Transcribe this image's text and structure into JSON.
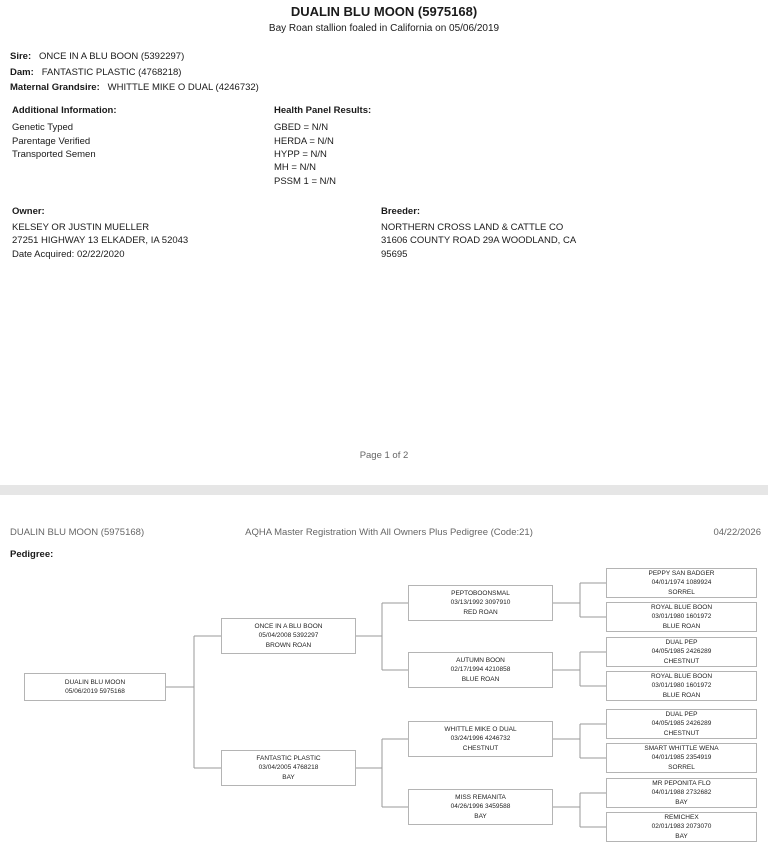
{
  "page1": {
    "horse_title": "DUALIN BLU MOON (5975168)",
    "subtitle": "Bay Roan stallion foaled in California on 05/06/2019",
    "sire_label": "Sire:",
    "sire_value": "ONCE IN A BLU BOON (5392297)",
    "dam_label": "Dam:",
    "dam_value": "FANTASTIC PLASTIC (4768218)",
    "grandsire_label": "Maternal Grandsire:",
    "grandsire_value": "WHITTLE MIKE O DUAL (4246732)",
    "additional": {
      "title": "Additional Information:",
      "items": [
        "Genetic Typed",
        "Parentage Verified",
        "Transported Semen"
      ]
    },
    "health": {
      "title": "Health Panel Results:",
      "items": [
        "GBED = N/N",
        "HERDA = N/N",
        "HYPP = N/N",
        "MH = N/N",
        "PSSM 1 = N/N"
      ]
    },
    "owner": {
      "title": "Owner:",
      "lines": [
        "KELSEY OR JUSTIN MUELLER",
        "27251 HIGHWAY 13 ELKADER,  IA 52043",
        "Date Acquired: 02/22/2020"
      ]
    },
    "breeder": {
      "title": "Breeder:",
      "lines": [
        "NORTHERN CROSS LAND & CATTLE CO",
        "31606 COUNTY ROAD 29A WOODLAND,  CA",
        "95695"
      ]
    },
    "page_number": "Page 1 of 2"
  },
  "page2": {
    "header_left": "DUALIN BLU MOON (5975168)",
    "header_center": "AQHA Master Registration With All Owners Plus Pedigree (Code:21)",
    "header_right": "04/22/2026",
    "pedigree_title": "Pedigree:",
    "pedigree": {
      "subject": {
        "lines": [
          "DUALIN BLU MOON",
          "05/06/2019 5975168"
        ]
      },
      "gen1": [
        {
          "lines": [
            "ONCE IN A BLU BOON",
            "05/04/2008 5392297",
            "BROWN ROAN"
          ]
        },
        {
          "lines": [
            "FANTASTIC PLASTIC",
            "03/04/2005 4768218",
            "BAY"
          ]
        }
      ],
      "gen2": [
        {
          "lines": [
            "PEPTOBOONSMAL",
            "03/13/1992 3097910",
            "RED ROAN"
          ]
        },
        {
          "lines": [
            "AUTUMN BOON",
            "02/17/1994 4210858",
            "BLUE ROAN"
          ]
        },
        {
          "lines": [
            "WHITTLE MIKE O DUAL",
            "03/24/1996 4246732",
            "CHESTNUT"
          ]
        },
        {
          "lines": [
            "MISS REMANITA",
            "04/26/1996 3459588",
            "BAY"
          ]
        }
      ],
      "gen3": [
        {
          "lines": [
            "PEPPY SAN BADGER",
            "04/01/1974 1089924",
            "SORREL"
          ]
        },
        {
          "lines": [
            "ROYAL BLUE BOON",
            "03/01/1980 1601972",
            "BLUE ROAN"
          ]
        },
        {
          "lines": [
            "DUAL PEP",
            "04/05/1985 2426289",
            "CHESTNUT"
          ]
        },
        {
          "lines": [
            "ROYAL BLUE BOON",
            "03/01/1980 1601972",
            "BLUE ROAN"
          ]
        },
        {
          "lines": [
            "DUAL PEP",
            "04/05/1985 2426289",
            "CHESTNUT"
          ]
        },
        {
          "lines": [
            "SMART WHITTLE WENA",
            "04/01/1985 2354919",
            "SORREL"
          ]
        },
        {
          "lines": [
            "MR PEPONITA FLO",
            "04/01/1988 2732682",
            "BAY"
          ]
        },
        {
          "lines": [
            "REMICHEX",
            "02/01/1983 2073070",
            "BAY"
          ]
        }
      ]
    }
  }
}
